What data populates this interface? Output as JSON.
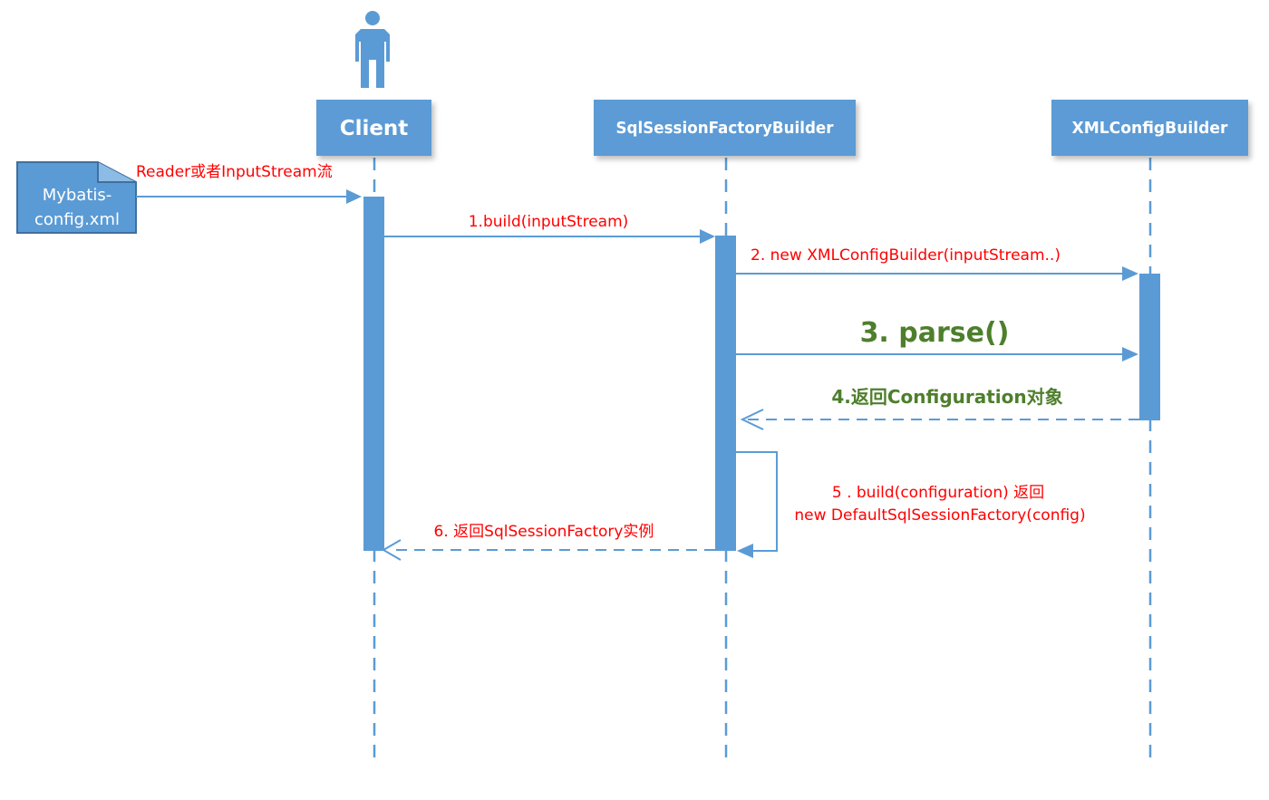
{
  "colors": {
    "participant_fill": "#5b9bd5",
    "lifeline": "#5b9bd5",
    "activation": "#5b9bd5",
    "arrow": "#5b9bd5",
    "note_fill": "#5b9bd5",
    "label_red": "#ff0000",
    "label_green": "#4e7f2c",
    "box_text": "#ffffff"
  },
  "actor": {
    "icon": "person-icon"
  },
  "participants": [
    {
      "id": "client",
      "label": "Client"
    },
    {
      "id": "sqlsessionfactorybuilder",
      "label": "SqlSessionFactoryBuilder"
    },
    {
      "id": "xmlconfigbuilder",
      "label": "XMLConfigBuilder"
    }
  ],
  "config_file": {
    "label_line1": "Mybatis-",
    "label_line2": "config.xml",
    "icon": "document-icon"
  },
  "messages": {
    "input": "Reader或者InputStream流",
    "m1": "1.build(inputStream)",
    "m2": "2. new XMLConfigBuilder(inputStream..)",
    "m3": "3. parse()",
    "m4": "4.返回Configuration对象",
    "m5_line1": "5 . build(configuration) 返回",
    "m5_line2": "new DefaultSqlSessionFactory(config)",
    "m6": "6. 返回SqlSessionFactory实例"
  }
}
